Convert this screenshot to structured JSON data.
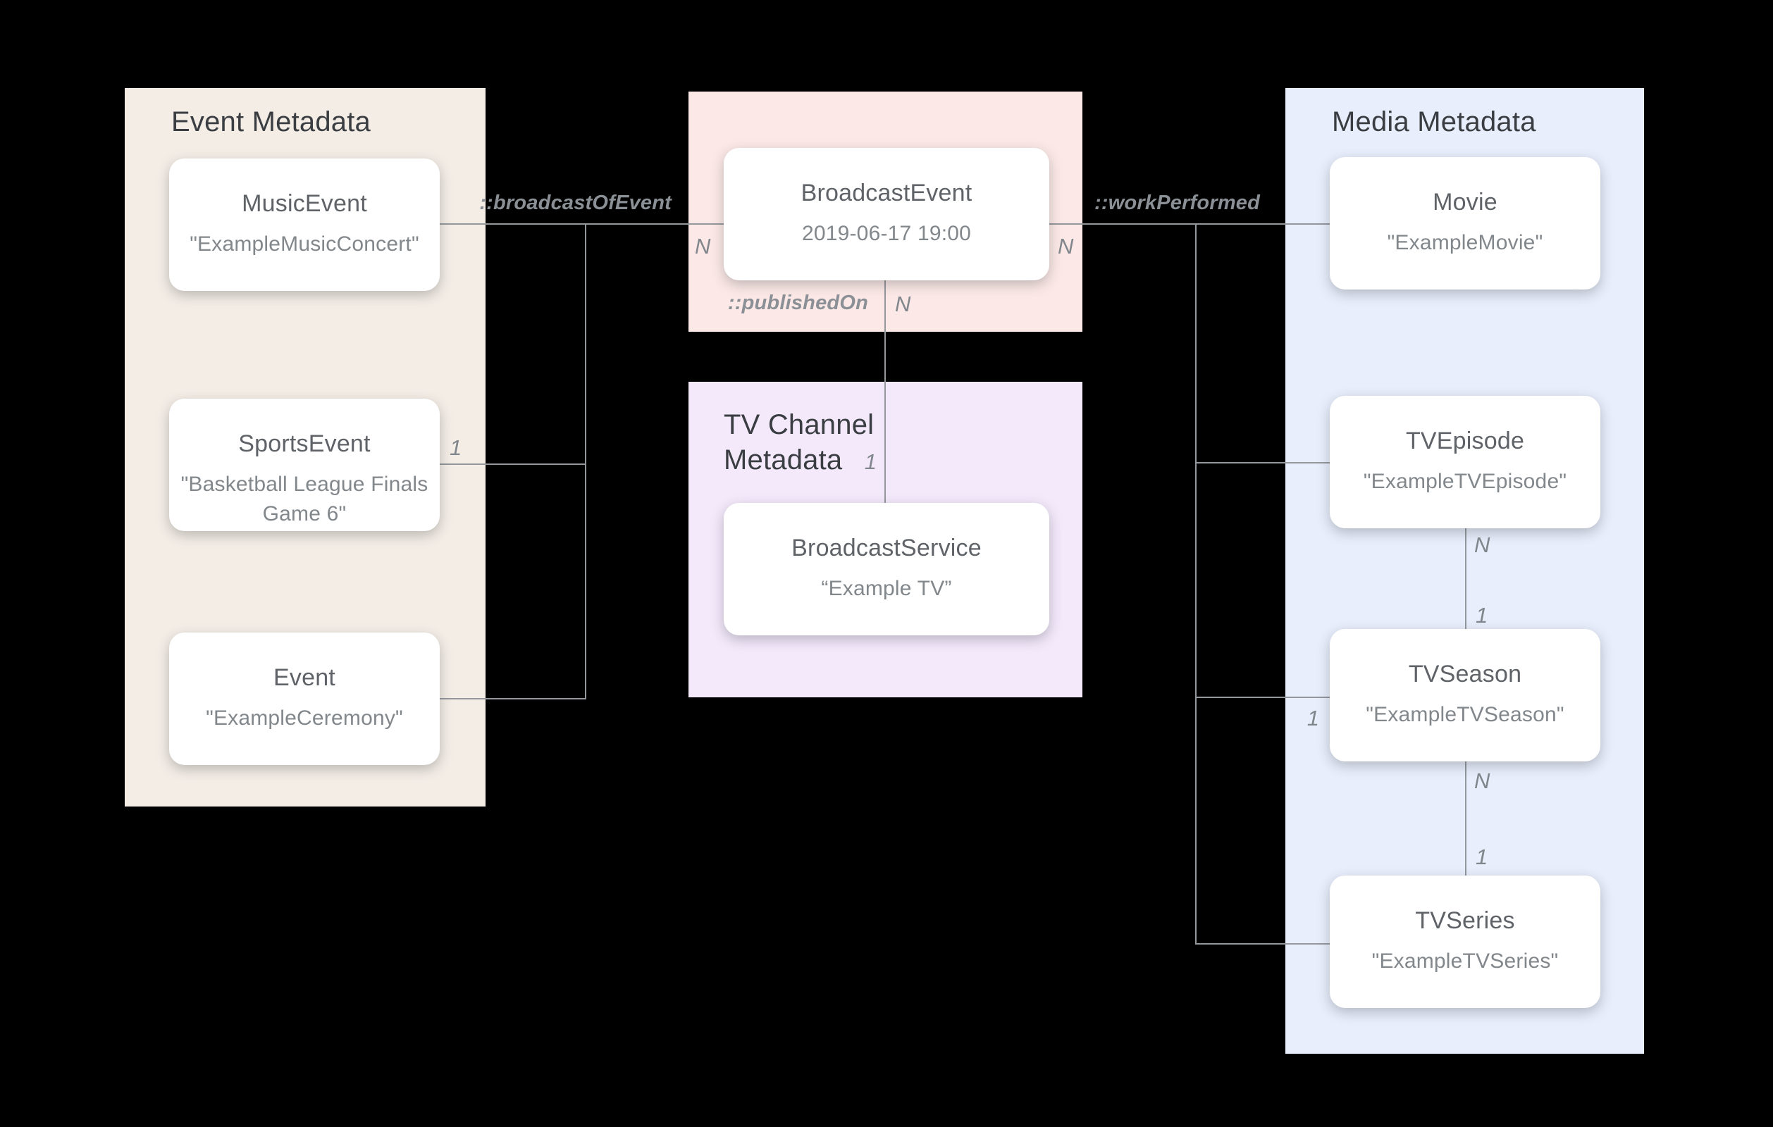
{
  "panels": {
    "event": {
      "title": "Event Metadata"
    },
    "tv_channel": {
      "title": "TV Channel Metadata"
    },
    "media": {
      "title": "Media Metadata"
    }
  },
  "nodes": {
    "music_event": {
      "label": "MusicEvent",
      "value": "\"ExampleMusicConcert\""
    },
    "sports_event": {
      "label": "SportsEvent",
      "value": "\"Basketball League Finals Game 6\""
    },
    "event": {
      "label": "Event",
      "value": "\"ExampleCeremony\""
    },
    "broadcast_event": {
      "label": "BroadcastEvent",
      "value": "2019-06-17 19:00"
    },
    "broadcast_service": {
      "label": "BroadcastService",
      "value": "“Example TV”"
    },
    "movie": {
      "label": "Movie",
      "value": "\"ExampleMovie\""
    },
    "tv_episode": {
      "label": "TVEpisode",
      "value": "\"ExampleTVEpisode\""
    },
    "tv_season": {
      "label": "TVSeason",
      "value": "\"ExampleTVSeason\""
    },
    "tv_series": {
      "label": "TVSeries",
      "value": "\"ExampleTVSeries\""
    }
  },
  "relations": {
    "broadcast_of_event": "::broadcastOfEvent",
    "published_on": "::publishedOn",
    "work_performed": "::workPerformed"
  },
  "multiplicities": {
    "broadcast_left_n": "N",
    "broadcast_right_n": "N",
    "published_n": "N",
    "sports_1": "1",
    "service_1": "1",
    "season_left_1": "1",
    "episode_n": "N",
    "season_1": "1",
    "season_n": "N",
    "series_1": "1"
  },
  "colors": {
    "background": "#000000",
    "event_panel": "#f4ede6",
    "broadcast_panel": "#fce9e7",
    "tvchannel_panel": "#f3e9fb",
    "media_panel": "#e8eefc",
    "connector": "#94989d",
    "title_text": "#3a3e42",
    "node_label_text": "#5f6368",
    "node_value_text": "#82878c"
  }
}
